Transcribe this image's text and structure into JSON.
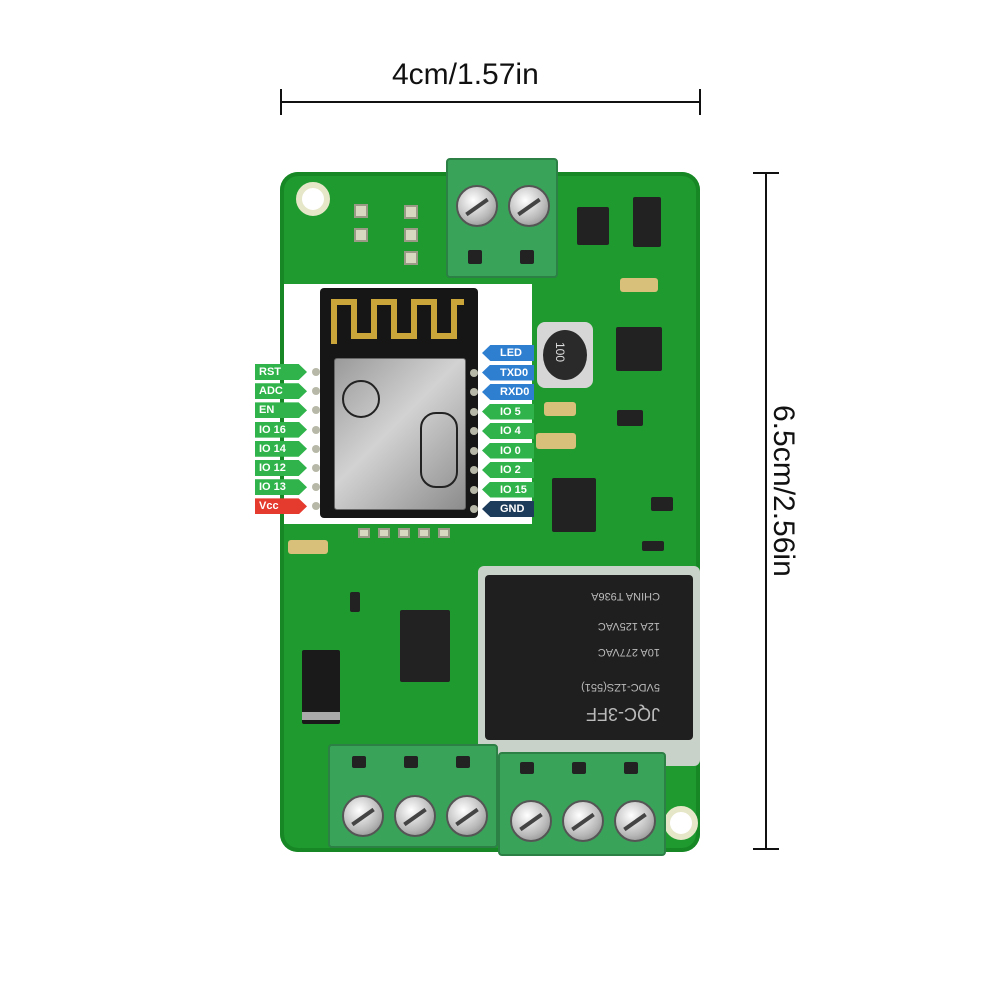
{
  "dimensions": {
    "width_label": "4cm/1.57in",
    "height_label": "6.5cm/2.56in"
  },
  "pins_left": [
    {
      "label": "RST",
      "color": "#2fb34a"
    },
    {
      "label": "ADC",
      "color": "#2fb34a"
    },
    {
      "label": "EN",
      "color": "#2fb34a"
    },
    {
      "label": "IO 16",
      "color": "#2fb34a"
    },
    {
      "label": "IO 14",
      "color": "#2fb34a"
    },
    {
      "label": "IO 12",
      "color": "#2fb34a"
    },
    {
      "label": "IO 13",
      "color": "#2fb34a"
    },
    {
      "label": "Vcc",
      "color": "#e53b2f"
    }
  ],
  "pins_right": [
    {
      "label": "LED",
      "color": "#2f7fd1"
    },
    {
      "label": "TXD0",
      "color": "#2f7fd1"
    },
    {
      "label": "RXD0",
      "color": "#2f7fd1"
    },
    {
      "label": "IO 5",
      "color": "#2fb34a"
    },
    {
      "label": "IO 4",
      "color": "#2fb34a"
    },
    {
      "label": "IO 0",
      "color": "#2fb34a"
    },
    {
      "label": "IO 2",
      "color": "#2fb34a"
    },
    {
      "label": "IO 15",
      "color": "#2fb34a"
    },
    {
      "label": "GND",
      "color": "#1d3b5a"
    }
  ],
  "relay": {
    "lines": [
      "JQC-3FF",
      "5VDC-1ZS(551)",
      "10A 277VAC",
      "12A 125VAC",
      "CHINA T936A"
    ]
  },
  "inductor_label": "100"
}
